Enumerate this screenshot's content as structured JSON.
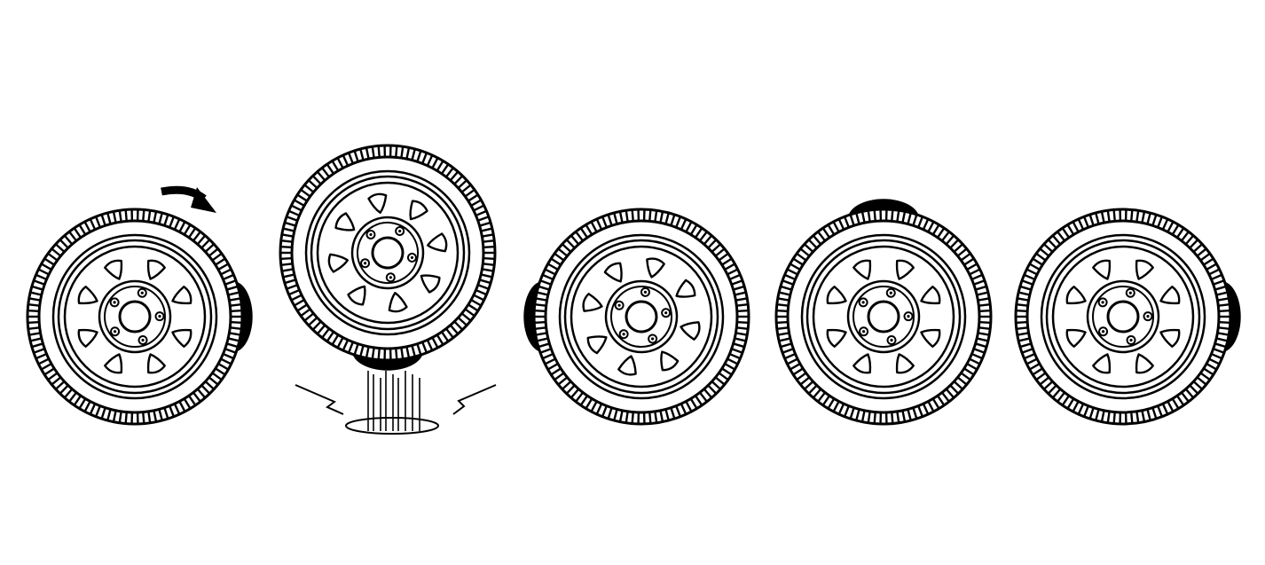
{
  "diagram": {
    "ink_color": "#000000",
    "paper_color": "#ffffff",
    "wheels": [
      {
        "id": "wheel-1",
        "heavy_spot": "right",
        "rotation_arrow": true,
        "bouncing": false
      },
      {
        "id": "wheel-2",
        "heavy_spot": "bottom",
        "rotation_arrow": false,
        "bouncing": true
      },
      {
        "id": "wheel-3",
        "heavy_spot": "left",
        "rotation_arrow": false,
        "bouncing": false
      },
      {
        "id": "wheel-4",
        "heavy_spot": "top",
        "rotation_arrow": false,
        "bouncing": false
      },
      {
        "id": "wheel-5",
        "heavy_spot": "right",
        "rotation_arrow": false,
        "bouncing": false
      }
    ]
  }
}
